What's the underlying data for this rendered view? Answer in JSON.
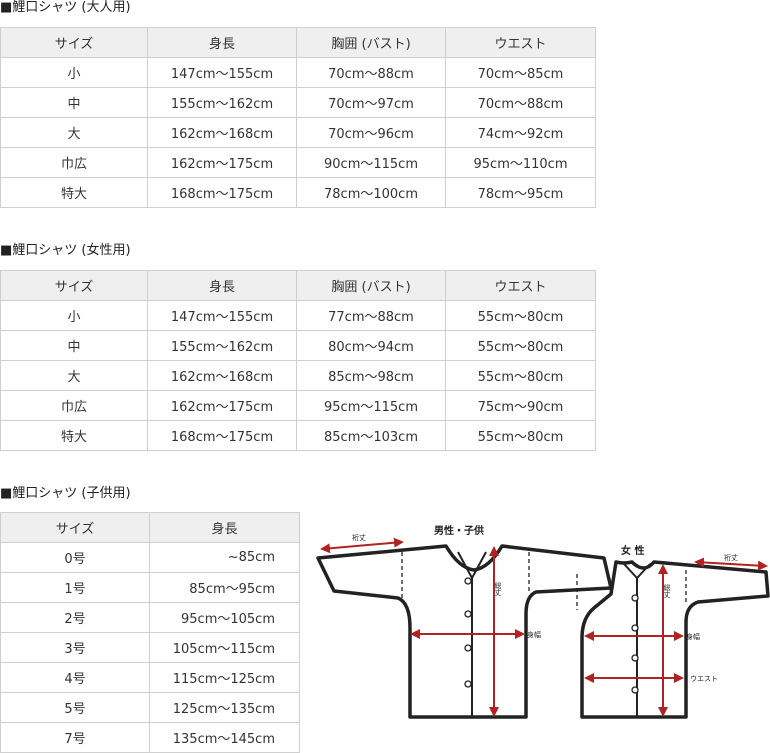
{
  "adult": {
    "title": "■鯉口シャツ (大人用)",
    "headers": [
      "サイズ",
      "身長",
      "胸囲 (バスト)",
      "ウエスト"
    ],
    "rows": [
      [
        "小",
        "147cm～155cm",
        "70cm～88cm",
        "70cm～85cm"
      ],
      [
        "中",
        "155cm～162cm",
        "70cm～97cm",
        "70cm～88cm"
      ],
      [
        "大",
        "162cm～168cm",
        "70cm～96cm",
        "74cm～92cm"
      ],
      [
        "巾広",
        "162cm～175cm",
        "90cm～115cm",
        "95cm～110cm"
      ],
      [
        "特大",
        "168cm～175cm",
        "78cm～100cm",
        "78cm～95cm"
      ]
    ]
  },
  "women": {
    "title": "■鯉口シャツ (女性用)",
    "headers": [
      "サイズ",
      "身長",
      "胸囲 (バスト)",
      "ウエスト"
    ],
    "rows": [
      [
        "小",
        "147cm～155cm",
        "77cm～88cm",
        "55cm～80cm"
      ],
      [
        "中",
        "155cm～162cm",
        "80cm～94cm",
        "55cm～80cm"
      ],
      [
        "大",
        "162cm～168cm",
        "85cm～98cm",
        "55cm～80cm"
      ],
      [
        "巾広",
        "162cm～175cm",
        "95cm～115cm",
        "75cm～90cm"
      ],
      [
        "特大",
        "168cm～175cm",
        "85cm～103cm",
        "55cm～80cm"
      ]
    ]
  },
  "kids": {
    "title": "■鯉口シャツ (子供用)",
    "headers": [
      "サイズ",
      "身長"
    ],
    "rows": [
      [
        "0号",
        "~85cm"
      ],
      [
        "1号",
        "85cm～95cm"
      ],
      [
        "2号",
        "95cm～105cm"
      ],
      [
        "3号",
        "105cm～115cm"
      ],
      [
        "4号",
        "115cm～125cm"
      ],
      [
        "5号",
        "125cm～135cm"
      ],
      [
        "7号",
        "135cm～145cm"
      ]
    ]
  },
  "diagram": {
    "men_kids_title": "男性・子供",
    "women_title": "女 性",
    "sleeve_label": "裄丈",
    "length_label": "総丈",
    "width_label": "身幅",
    "waist_label": "ウエスト",
    "accent_color": "#b22222"
  }
}
